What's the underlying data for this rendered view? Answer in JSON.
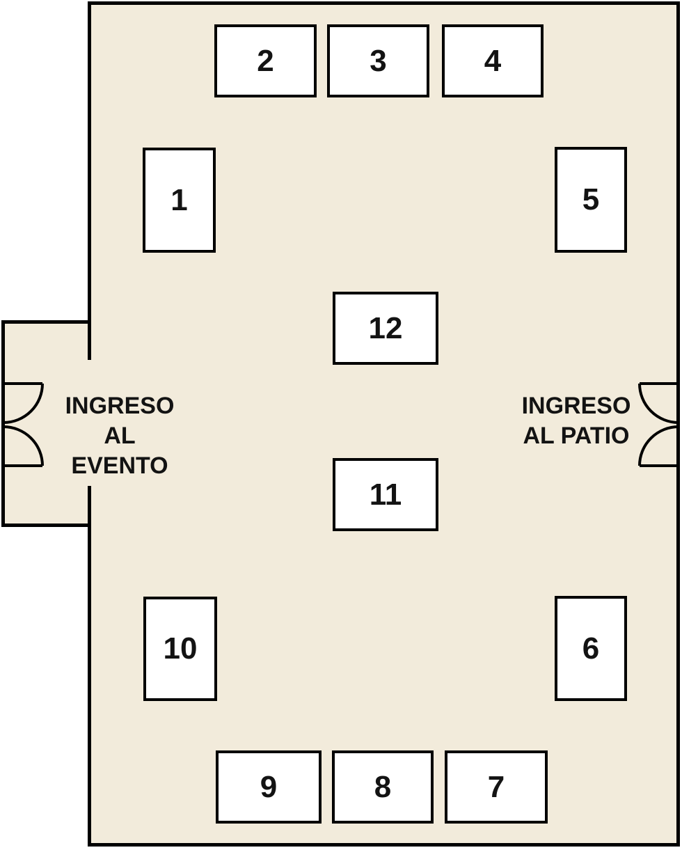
{
  "palette": {
    "room_fill": "#F2EBDB",
    "wall": "#000000",
    "booth_fill": "#FFFFFF",
    "text": "#131313"
  },
  "labels": {
    "left_entrance": {
      "line1": "INGRESO",
      "line2": "AL EVENTO"
    },
    "right_entrance": {
      "line1": "INGRESO",
      "line2": "AL PATIO"
    }
  },
  "booths": [
    {
      "label": "1"
    },
    {
      "label": "2"
    },
    {
      "label": "3"
    },
    {
      "label": "4"
    },
    {
      "label": "5"
    },
    {
      "label": "6"
    },
    {
      "label": "7"
    },
    {
      "label": "8"
    },
    {
      "label": "9"
    },
    {
      "label": "10"
    },
    {
      "label": "11"
    },
    {
      "label": "12"
    }
  ]
}
